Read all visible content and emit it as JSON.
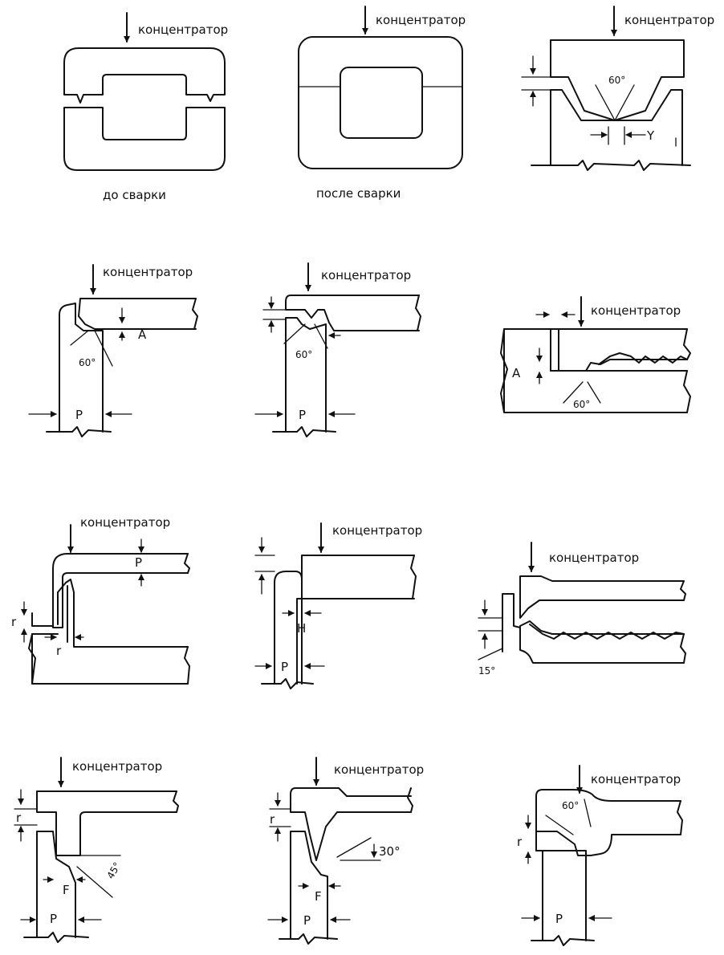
{
  "label": "концентратор",
  "panels": [
    {
      "caption": "до сварки"
    },
    {
      "caption": "после сварки"
    },
    {
      "angle": "60°",
      "dim": "Y"
    },
    {
      "angle": "60°",
      "dim": "A",
      "width": "P"
    },
    {
      "angle": "60°",
      "width": "P"
    },
    {
      "angle": "60°",
      "dim": "A"
    },
    {
      "dim_p": "P",
      "dim_r": "r"
    },
    {
      "dim": "H",
      "width": "P"
    },
    {
      "angle": "15°"
    },
    {
      "angle": "45°",
      "dim_r": "r",
      "dim_f": "F",
      "width": "P"
    },
    {
      "angle": "30°",
      "dim_r": "r",
      "dim_f": "F",
      "width": "P"
    },
    {
      "angle": "60°",
      "dim_r": "r",
      "width": "P"
    }
  ]
}
